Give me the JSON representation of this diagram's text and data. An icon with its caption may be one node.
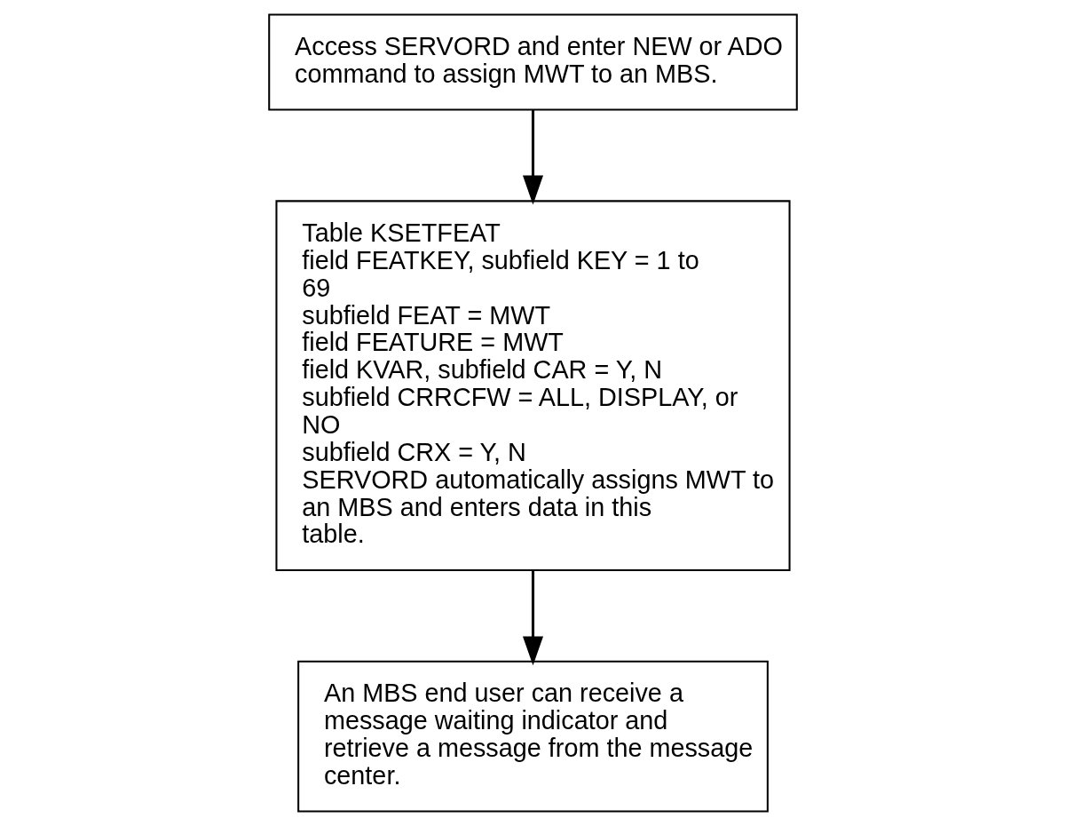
{
  "diagram": {
    "nodes": [
      {
        "text": [
          "Access SERVORD and enter NEW or ADO command to assign MWT to an MBS."
        ]
      },
      {
        "text": [
          "Table KSETFEAT",
          "field FEATKEY, subfield KEY = 1 to 69",
          "subfield FEAT = MWT",
          "field FEATURE = MWT",
          "field KVAR, subfield CAR = Y, N",
          "subfield CRRCFW = ALL, DISPLAY, or NO",
          "subfield CRX = Y, N",
          "SERVORD automatically assigns MWT to an MBS and enters data in this table."
        ]
      },
      {
        "text": [
          "An MBS end user can receive a message waiting indicator and retrieve a message from the message center."
        ]
      }
    ],
    "edges": [
      {
        "from": 0,
        "to": 1,
        "arrow": "to"
      },
      {
        "from": 1,
        "to": 2,
        "arrow": "to"
      }
    ]
  }
}
